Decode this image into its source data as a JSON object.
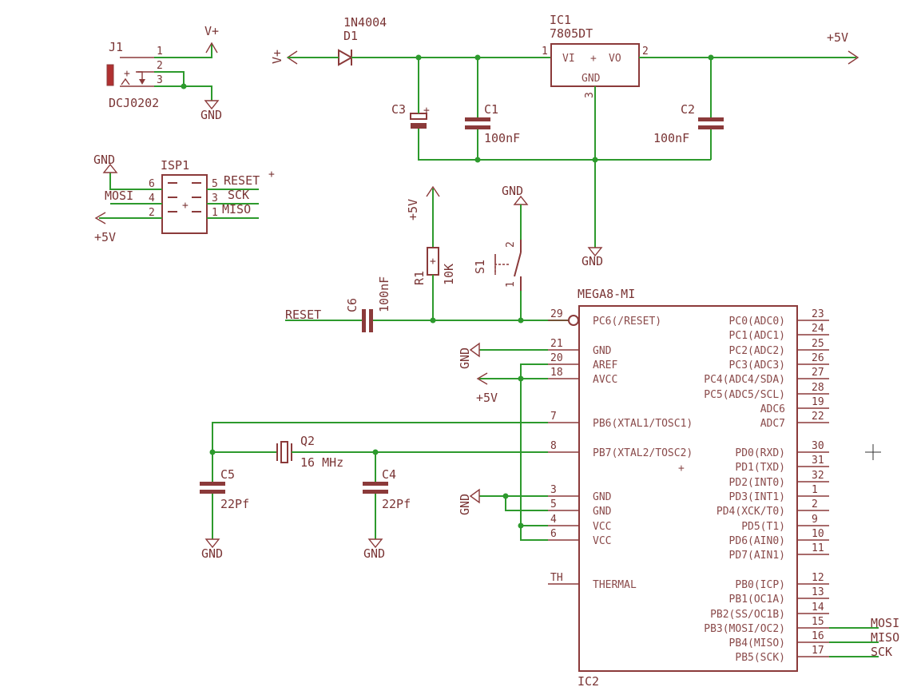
{
  "parts": {
    "j1": {
      "ref": "J1",
      "value": "DCJ0202",
      "pins": [
        "1",
        "2",
        "3"
      ],
      "plus": "+"
    },
    "d1": {
      "ref": "D1",
      "value": "1N4004"
    },
    "ic1": {
      "ref": "IC1",
      "value": "7805DT",
      "vi": "VI",
      "vo": "VO",
      "gnd": "GND",
      "plus": "+",
      "pins": [
        "1",
        "2",
        "3"
      ]
    },
    "c1": {
      "ref": "C1",
      "value": "100nF"
    },
    "c2": {
      "ref": "C2",
      "value": "100nF"
    },
    "c3": {
      "ref": "C3",
      "plus": "+"
    },
    "c4": {
      "ref": "C4",
      "value": "22Pf"
    },
    "c5": {
      "ref": "C5",
      "value": "22Pf"
    },
    "c6": {
      "ref": "C6",
      "value": "100nF"
    },
    "r1": {
      "ref": "R1",
      "value": "10K"
    },
    "s1": {
      "ref": "S1",
      "pins": [
        "1",
        "2"
      ]
    },
    "q2": {
      "ref": "Q2",
      "value": "16 MHz"
    },
    "isp1": {
      "ref": "ISP1",
      "pins": [
        "6",
        "4",
        "2",
        "5",
        "3",
        "1"
      ],
      "signals": [
        "MOSI",
        "RESET",
        "SCK",
        "MISO"
      ]
    },
    "ic2": {
      "ref": "IC2",
      "value": "MEGA8-MI",
      "plus": "+",
      "left_pins": [
        {
          "num": "29",
          "name": "PC6(/RESET)"
        },
        {
          "num": "21",
          "name": "GND"
        },
        {
          "num": "20",
          "name": "AREF"
        },
        {
          "num": "18",
          "name": "AVCC"
        },
        {
          "num": "7",
          "name": "PB6(XTAL1/TOSC1)"
        },
        {
          "num": "8",
          "name": "PB7(XTAL2/TOSC2)"
        },
        {
          "num": "3",
          "name": "GND"
        },
        {
          "num": "5",
          "name": "GND"
        },
        {
          "num": "4",
          "name": "VCC"
        },
        {
          "num": "6",
          "name": "VCC"
        },
        {
          "num": "TH",
          "name": "THERMAL"
        }
      ],
      "right_pins": [
        {
          "num": "23",
          "name": "PC0(ADC0)"
        },
        {
          "num": "24",
          "name": "PC1(ADC1)"
        },
        {
          "num": "25",
          "name": "PC2(ADC2)"
        },
        {
          "num": "26",
          "name": "PC3(ADC3)"
        },
        {
          "num": "27",
          "name": "PC4(ADC4/SDA)"
        },
        {
          "num": "28",
          "name": "PC5(ADC5/SCL)"
        },
        {
          "num": "19",
          "name": "ADC6"
        },
        {
          "num": "22",
          "name": "ADC7"
        },
        {
          "num": "30",
          "name": "PD0(RXD)"
        },
        {
          "num": "31",
          "name": "PD1(TXD)"
        },
        {
          "num": "32",
          "name": "PD2(INT0)"
        },
        {
          "num": "1",
          "name": "PD3(INT1)"
        },
        {
          "num": "2",
          "name": "PD4(XCK/T0)"
        },
        {
          "num": "9",
          "name": "PD5(T1)"
        },
        {
          "num": "10",
          "name": "PD6(AIN0)"
        },
        {
          "num": "11",
          "name": "PD7(AIN1)"
        },
        {
          "num": "12",
          "name": "PB0(ICP)"
        },
        {
          "num": "13",
          "name": "PB1(OC1A)"
        },
        {
          "num": "14",
          "name": "PB2(SS/OC1B)"
        },
        {
          "num": "15",
          "name": "PB3(MOSI/OC2)"
        },
        {
          "num": "16",
          "name": "PB4(MISO)"
        },
        {
          "num": "17",
          "name": "PB5(SCK)"
        }
      ]
    }
  },
  "nets": {
    "vplus": "V+",
    "p5v": "+5V",
    "gnd": "GND",
    "reset": "RESET",
    "mosi": "MOSI",
    "miso": "MISO",
    "sck": "SCK"
  },
  "colors": {
    "symbol": "#8b3a3a",
    "wire": "#2d9a2d",
    "background": "#ffffff"
  }
}
